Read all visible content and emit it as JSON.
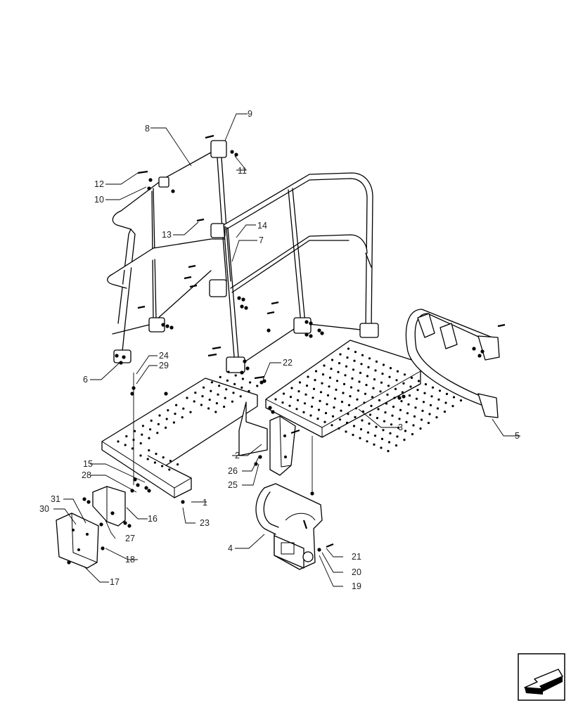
{
  "callouts": [
    {
      "id": "c1",
      "label": "1"
    },
    {
      "id": "c2",
      "label": "2"
    },
    {
      "id": "c3",
      "label": "3"
    },
    {
      "id": "c4",
      "label": "4"
    },
    {
      "id": "c5",
      "label": "5"
    },
    {
      "id": "c6",
      "label": "6"
    },
    {
      "id": "c7",
      "label": "7"
    },
    {
      "id": "c8",
      "label": "8"
    },
    {
      "id": "c9",
      "label": "9"
    },
    {
      "id": "c10",
      "label": "10"
    },
    {
      "id": "c11",
      "label": "11"
    },
    {
      "id": "c12",
      "label": "12"
    },
    {
      "id": "c13",
      "label": "13"
    },
    {
      "id": "c14",
      "label": "14"
    },
    {
      "id": "c15",
      "label": "15"
    },
    {
      "id": "c16",
      "label": "16"
    },
    {
      "id": "c17",
      "label": "17"
    },
    {
      "id": "c18",
      "label": "18"
    },
    {
      "id": "c19",
      "label": "19"
    },
    {
      "id": "c20",
      "label": "20"
    },
    {
      "id": "c21",
      "label": "21"
    },
    {
      "id": "c22",
      "label": "22"
    },
    {
      "id": "c23",
      "label": "23"
    },
    {
      "id": "c24",
      "label": "24"
    },
    {
      "id": "c25",
      "label": "25"
    },
    {
      "id": "c26",
      "label": "26"
    },
    {
      "id": "c27",
      "label": "27"
    },
    {
      "id": "c28",
      "label": "28"
    },
    {
      "id": "c29",
      "label": "29"
    },
    {
      "id": "c30",
      "label": "30"
    },
    {
      "id": "c31",
      "label": "31"
    }
  ],
  "nav_icon": "arrow-icon"
}
